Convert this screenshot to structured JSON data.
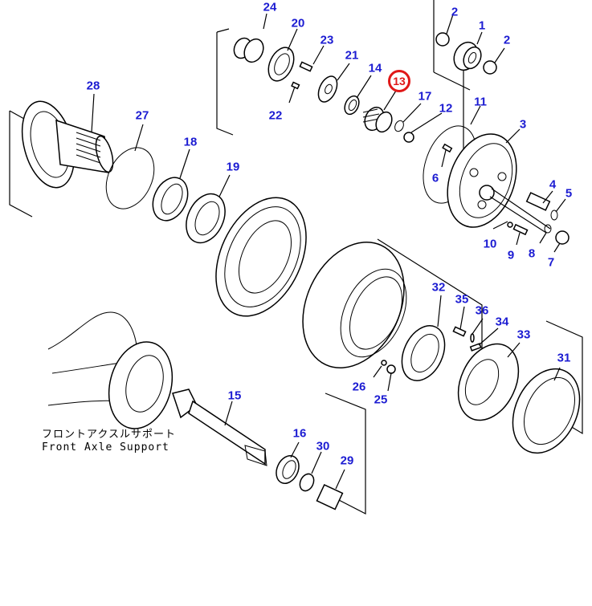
{
  "diagram": {
    "title": "Final Drive / Wheel Hub Exploded Parts Diagram",
    "highlighted_part": "13",
    "accent_colors": {
      "callout": "#1c1cd2",
      "highlight": "#e01818"
    },
    "caption": {
      "japanese": "フロントアクスルサポート",
      "english": "Front Axle Support"
    },
    "callouts": [
      {
        "id": "1",
        "label": "1"
      },
      {
        "id": "2a",
        "label": "2"
      },
      {
        "id": "2b",
        "label": "2"
      },
      {
        "id": "3",
        "label": "3"
      },
      {
        "id": "4",
        "label": "4"
      },
      {
        "id": "5",
        "label": "5"
      },
      {
        "id": "6",
        "label": "6"
      },
      {
        "id": "7",
        "label": "7"
      },
      {
        "id": "8",
        "label": "8"
      },
      {
        "id": "9",
        "label": "9"
      },
      {
        "id": "10",
        "label": "10"
      },
      {
        "id": "11",
        "label": "11"
      },
      {
        "id": "12",
        "label": "12"
      },
      {
        "id": "13",
        "label": "13"
      },
      {
        "id": "14",
        "label": "14"
      },
      {
        "id": "15",
        "label": "15"
      },
      {
        "id": "16",
        "label": "16"
      },
      {
        "id": "17",
        "label": "17"
      },
      {
        "id": "18",
        "label": "18"
      },
      {
        "id": "19",
        "label": "19"
      },
      {
        "id": "20",
        "label": "20"
      },
      {
        "id": "21",
        "label": "21"
      },
      {
        "id": "22",
        "label": "22"
      },
      {
        "id": "23",
        "label": "23"
      },
      {
        "id": "24",
        "label": "24"
      },
      {
        "id": "25",
        "label": "25"
      },
      {
        "id": "26",
        "label": "26"
      },
      {
        "id": "27",
        "label": "27"
      },
      {
        "id": "28",
        "label": "28"
      },
      {
        "id": "29",
        "label": "29"
      },
      {
        "id": "30",
        "label": "30"
      },
      {
        "id": "31",
        "label": "31"
      },
      {
        "id": "32",
        "label": "32"
      },
      {
        "id": "33",
        "label": "33"
      },
      {
        "id": "34",
        "label": "34"
      },
      {
        "id": "35",
        "label": "35"
      },
      {
        "id": "36",
        "label": "36"
      }
    ]
  }
}
